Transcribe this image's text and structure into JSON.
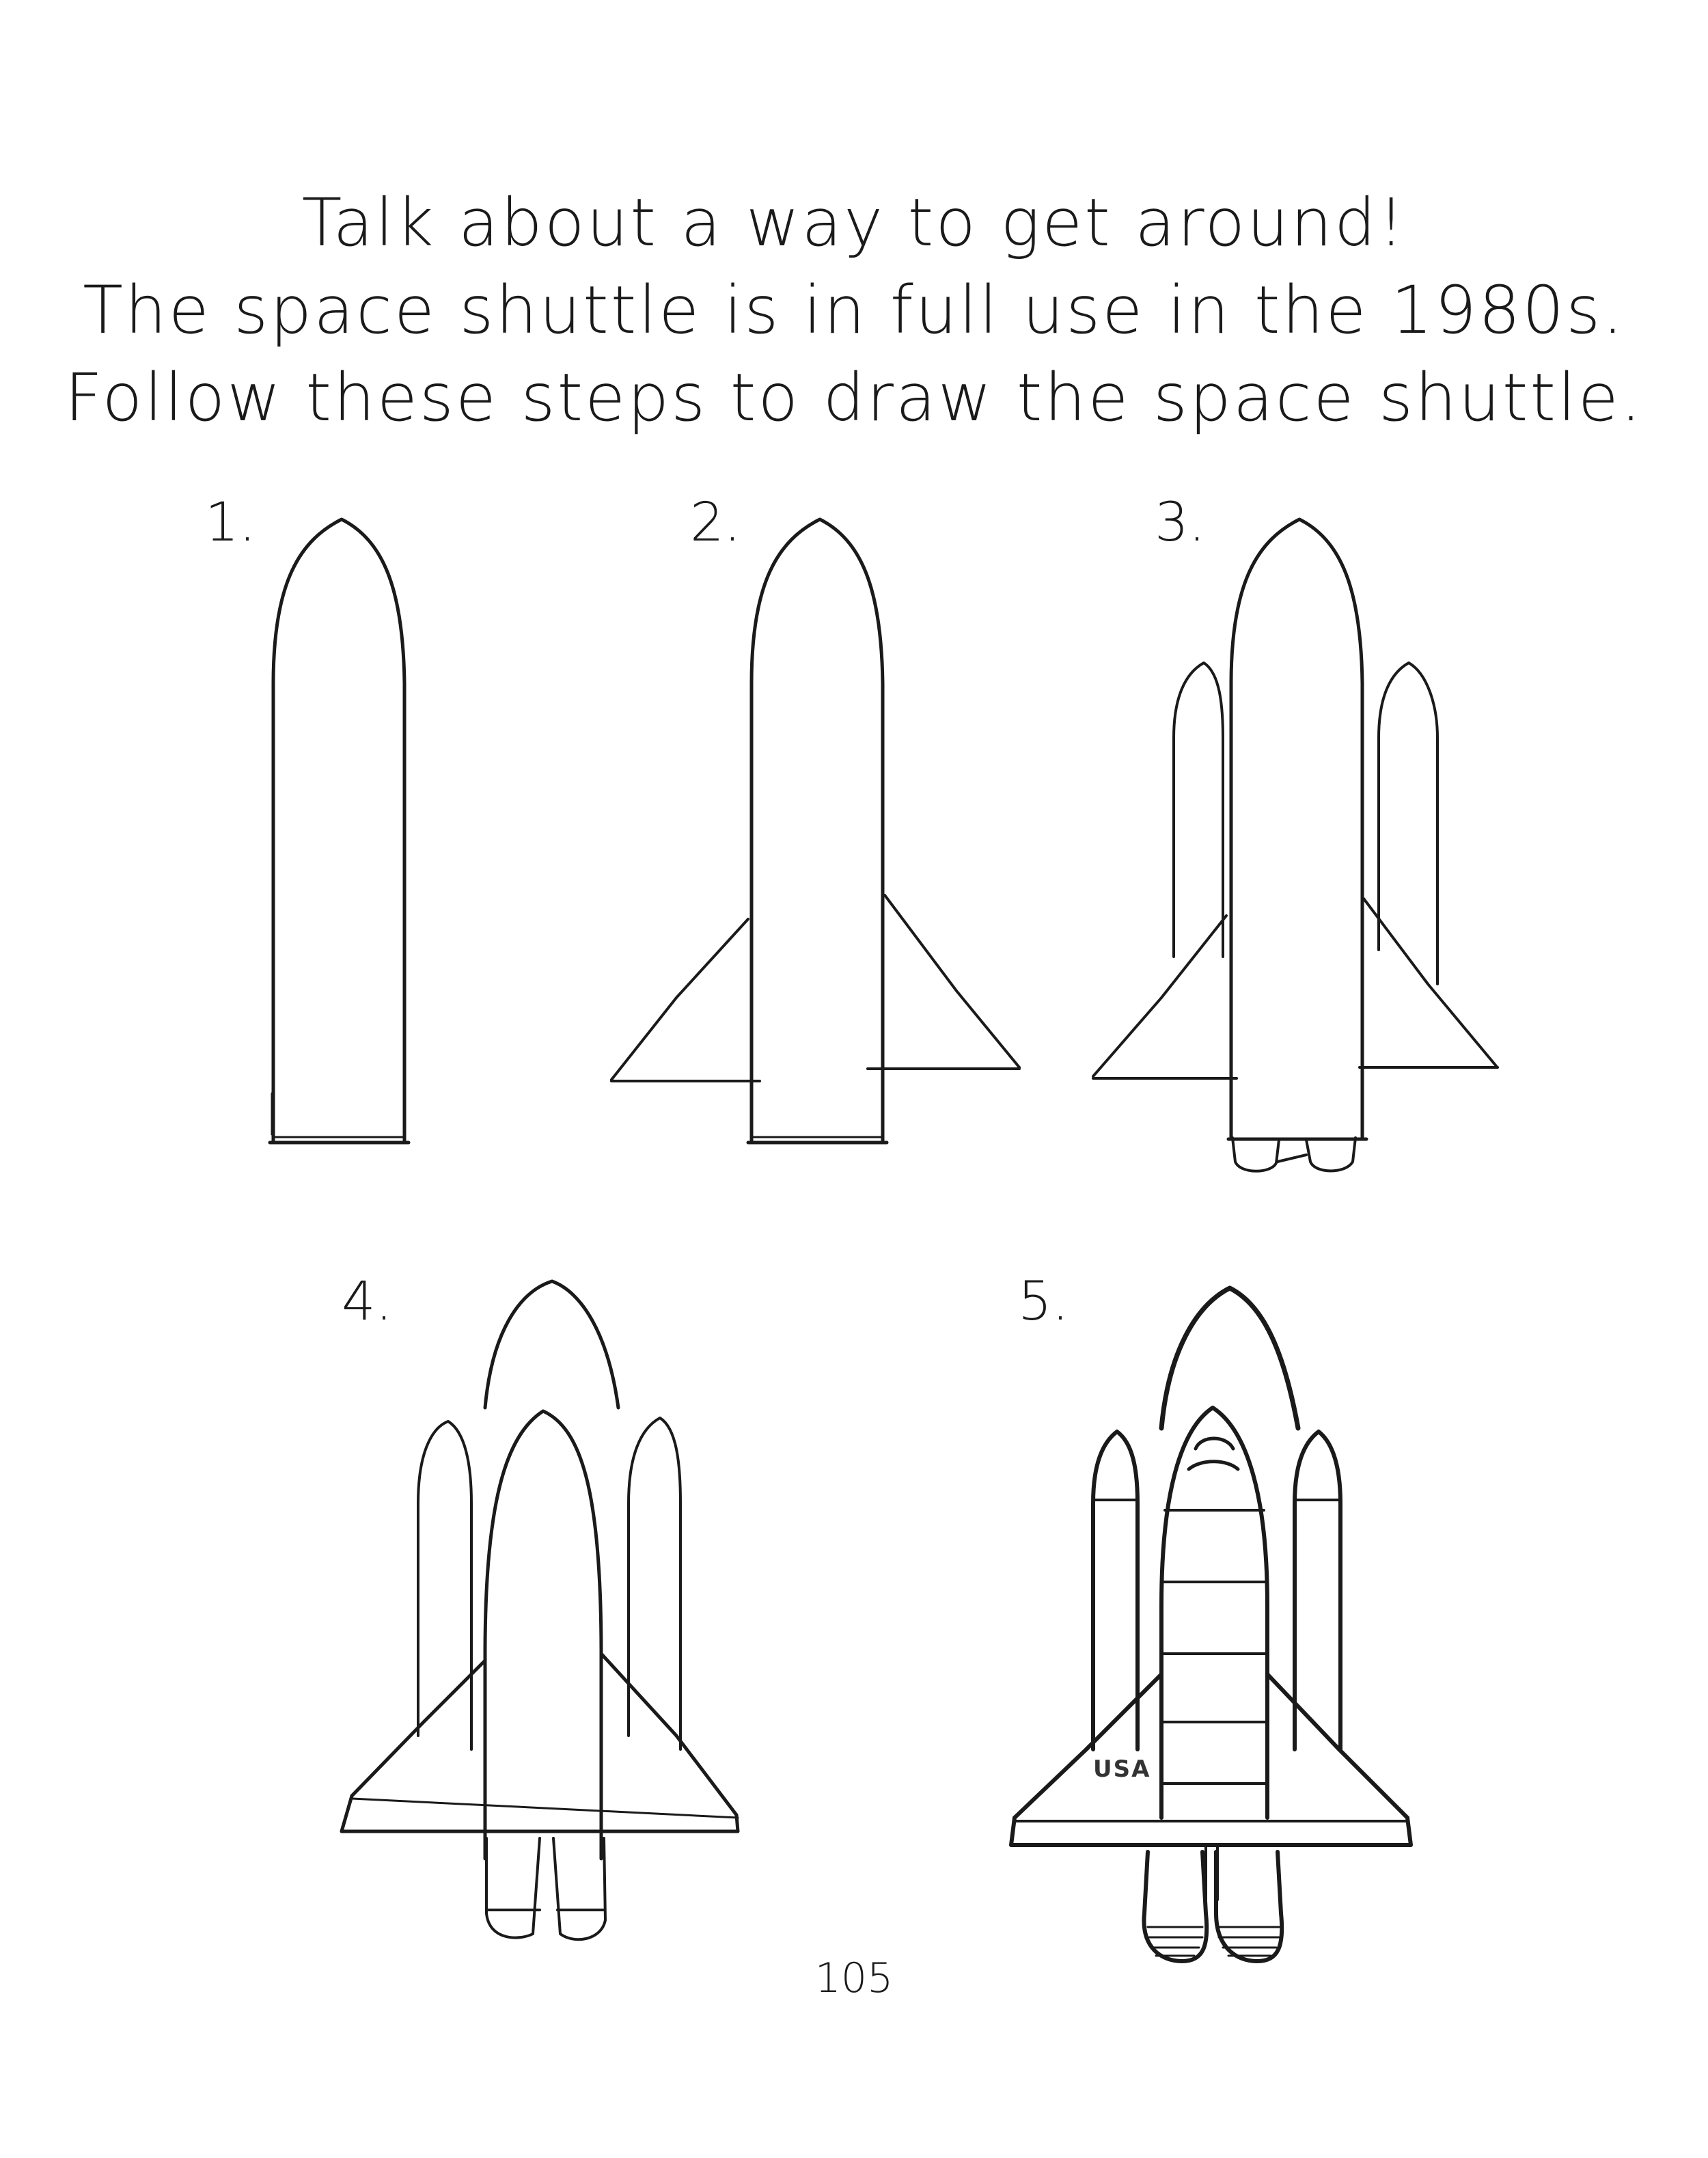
{
  "heading": {
    "line1": "Talk about a way to get around!",
    "line2": "The space shuttle is in full use in the 1980s.",
    "line3": "Follow these steps to draw the space shuttle."
  },
  "steps": [
    {
      "label": "1."
    },
    {
      "label": "2."
    },
    {
      "label": "3."
    },
    {
      "label": "4."
    },
    {
      "label": "5."
    }
  ],
  "shuttle_marking": "USA",
  "page_number": "105"
}
